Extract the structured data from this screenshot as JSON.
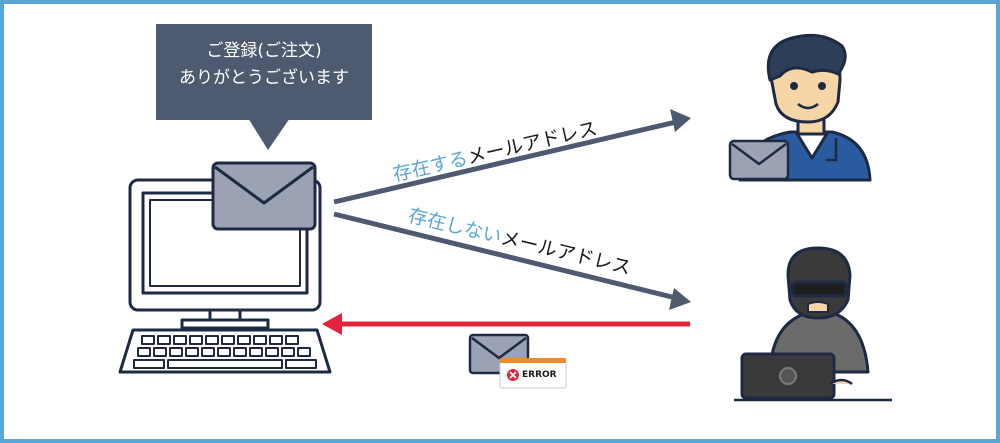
{
  "bubble": {
    "line1": "ご登録(ご注文)",
    "line2": "ありがとうございます"
  },
  "arrow_top": {
    "highlight": "存在する",
    "rest": "メールアドレス"
  },
  "arrow_middle": {
    "highlight": "存在しない",
    "rest": "メールアドレス"
  },
  "error_badge": {
    "text": "ERROR"
  },
  "colors": {
    "frame": "#5aa6d6",
    "highlight": "#5aa6d6",
    "bubble": "#4d5a70",
    "arrow": "#4d5a70",
    "return_arrow": "#e5223c",
    "envelope": "#9aa2b4"
  },
  "icons": [
    "computer-icon",
    "envelope-icon",
    "user-icon",
    "hacker-icon",
    "error-icon"
  ]
}
